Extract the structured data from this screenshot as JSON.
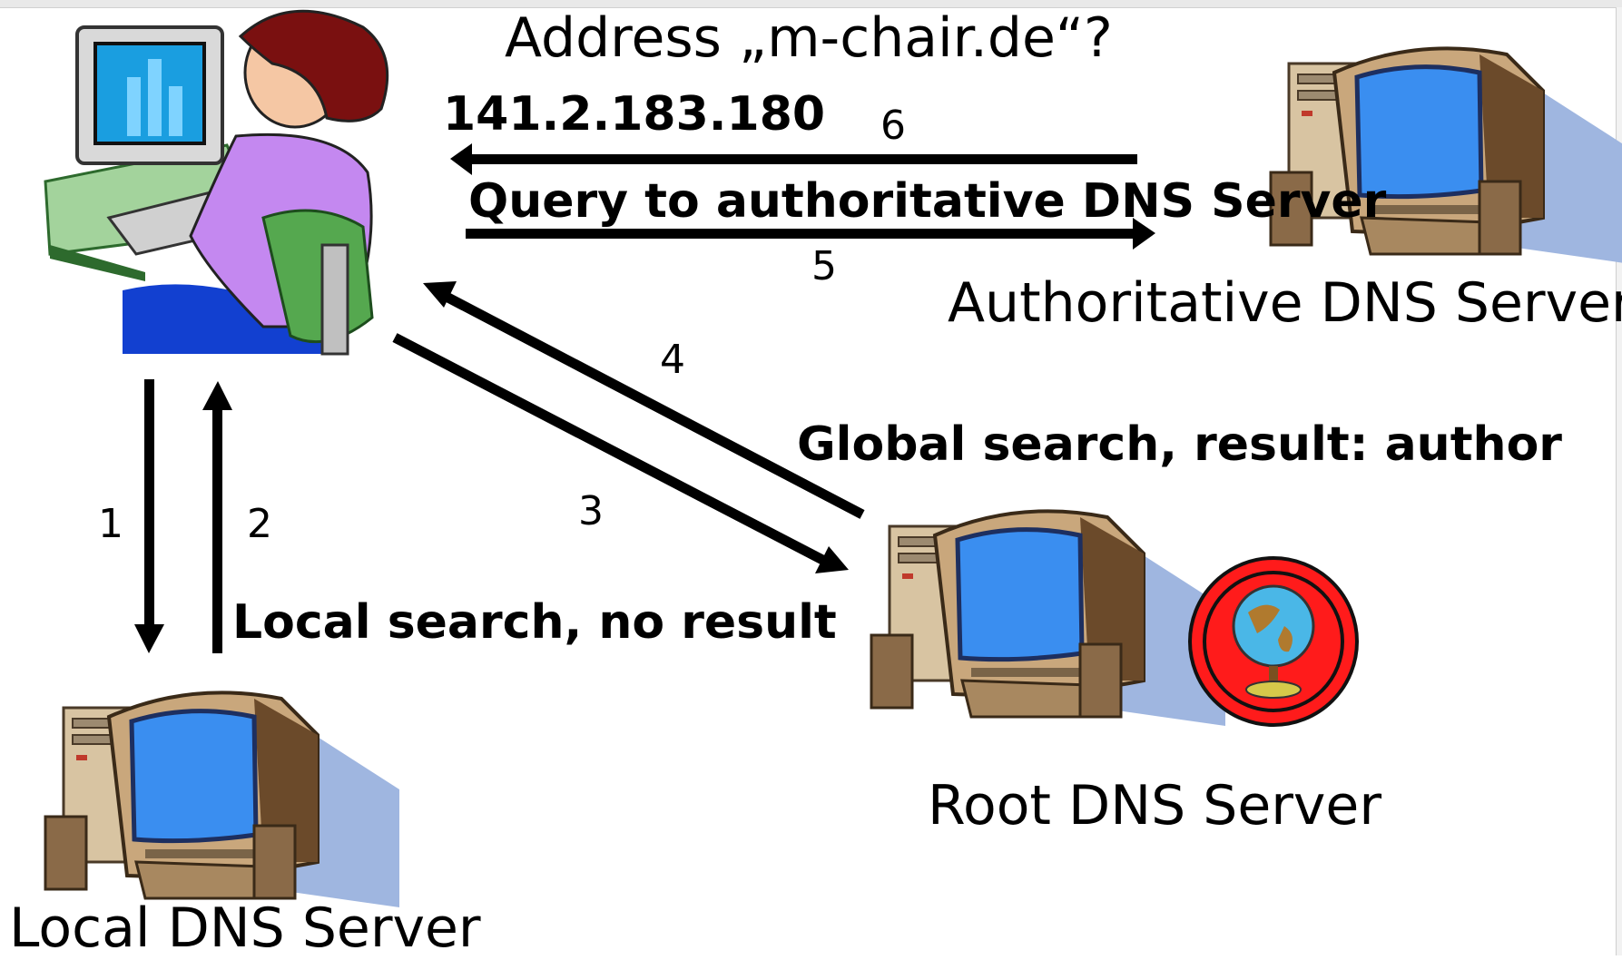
{
  "question": "Address „m-chair.de“?",
  "answer_ip": "141.2.183.180",
  "query_label": "Query to authoritative DNS Server",
  "global_search_label": "Global search, result: author",
  "local_search_label": "Local search, no result",
  "servers": {
    "authoritative": "Authoritative DNS Server",
    "root": "Root DNS Server",
    "local": "Local DNS Server"
  },
  "steps": {
    "s1": "1",
    "s2": "2",
    "s3": "3",
    "s4": "4",
    "s5": "5",
    "s6": "6"
  },
  "icons": {
    "client": "woman-at-computer-icon",
    "server": "desktop-server-icon",
    "root_badge": "globe-icon"
  },
  "colors": {
    "arrow": "#000000",
    "globe_ring": "#ff0000",
    "screen": "#3a8ef0"
  }
}
